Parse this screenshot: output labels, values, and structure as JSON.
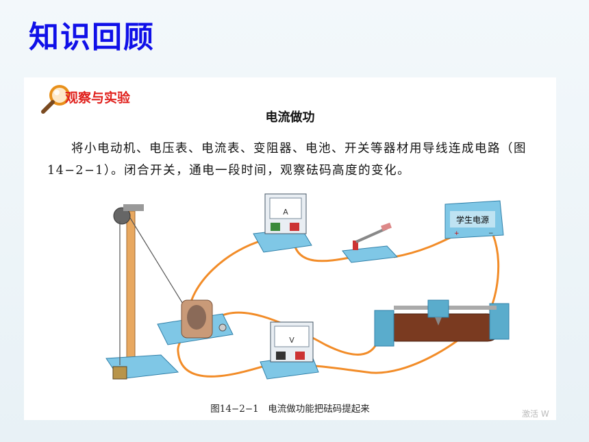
{
  "slide": {
    "title": "知识回顾"
  },
  "panel": {
    "badge": "观察与实验",
    "experiment_title": "电流做功",
    "paragraph": "将小电动机、电压表、电流表、变阻器、电池、开关等器材用导线连成电路（图14−2−1）。闭合开关，通电一段时间，观察砝码高度的变化。",
    "figure": {
      "power_supply_label": "学生电源",
      "ammeter_symbol": "A",
      "voltmeter_symbol": "V",
      "caption": "图14−2−1　电流做功能把砝码提起来"
    },
    "watermark": "激活 W"
  },
  "colors": {
    "title": "#1010e8",
    "badge": "#e0201c",
    "wire": "#f28c28"
  }
}
